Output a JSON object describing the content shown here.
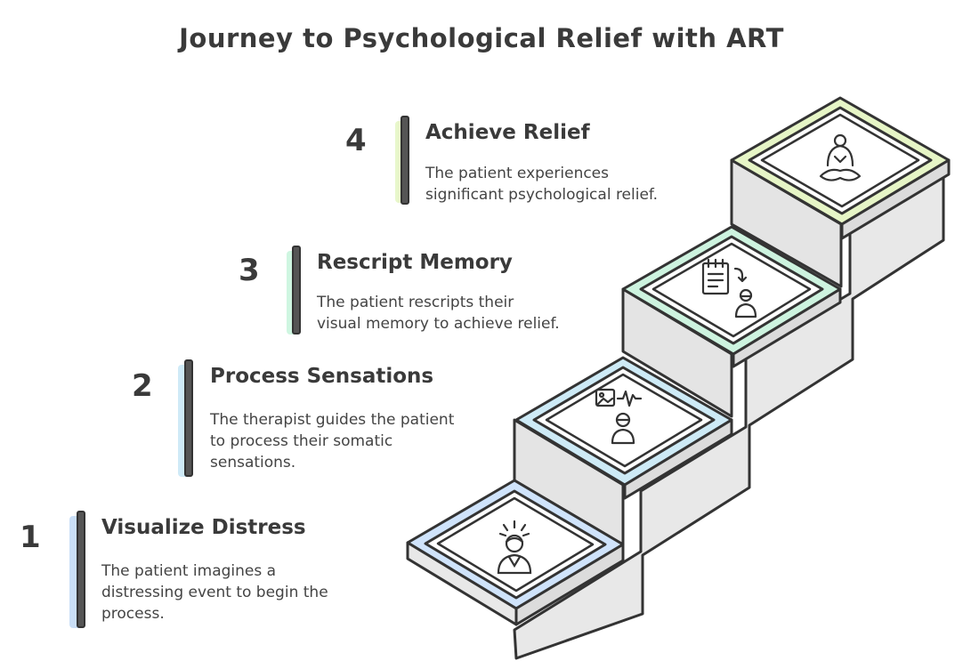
{
  "title": "Journey to Psychological Relief with ART",
  "steps": [
    {
      "number": "1",
      "title": "Visualize Distress",
      "description": "The patient imagines a\ndistressing event to begin the\nprocess.",
      "icon": "distressed-person-icon",
      "accent": "#9ec5f0"
    },
    {
      "number": "2",
      "title": "Process Sensations",
      "description": "The therapist guides the patient\nto process their somatic\nsensations.",
      "icon": "image-waveform-person-icon",
      "accent": "#a8d8f0"
    },
    {
      "number": "3",
      "title": "Rescript Memory",
      "description": "The patient rescripts their\nvisual memory to achieve relief.",
      "icon": "notepad-person-icon",
      "accent": "#a8eec8"
    },
    {
      "number": "4",
      "title": "Achieve Relief",
      "description": "The patient experiences\nsignificant psychological relief.",
      "icon": "meditating-person-icon",
      "accent": "#d6f0a0"
    }
  ]
}
